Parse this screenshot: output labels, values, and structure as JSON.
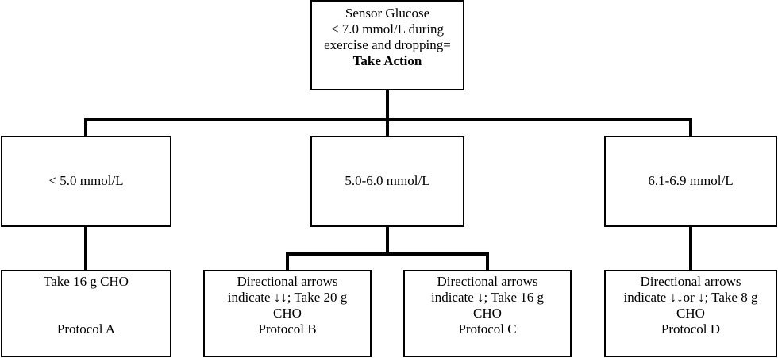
{
  "root": {
    "lines": [
      "Sensor Glucose",
      "< 7.0 mmol/L during",
      "exercise and dropping="
    ],
    "action": "Take Action"
  },
  "ranges": [
    {
      "label": "< 5.0 mmol/L"
    },
    {
      "label": "5.0-6.0 mmol/L"
    },
    {
      "label": "6.1-6.9 mmol/L"
    }
  ],
  "protocols": [
    {
      "lines": [
        "Take 16 g CHO"
      ],
      "name": "Protocol A"
    },
    {
      "lines": [
        "Directional arrows",
        "indicate ↓↓; Take 20 g",
        "CHO"
      ],
      "name": "Protocol B"
    },
    {
      "lines": [
        "Directional arrows",
        "indicate ↓; Take 16 g",
        "CHO"
      ],
      "name": "Protocol C"
    },
    {
      "lines": [
        "Directional arrows",
        "indicate ↓↓or ↓; Take 8 g",
        "CHO"
      ],
      "name": "Protocol D"
    }
  ]
}
